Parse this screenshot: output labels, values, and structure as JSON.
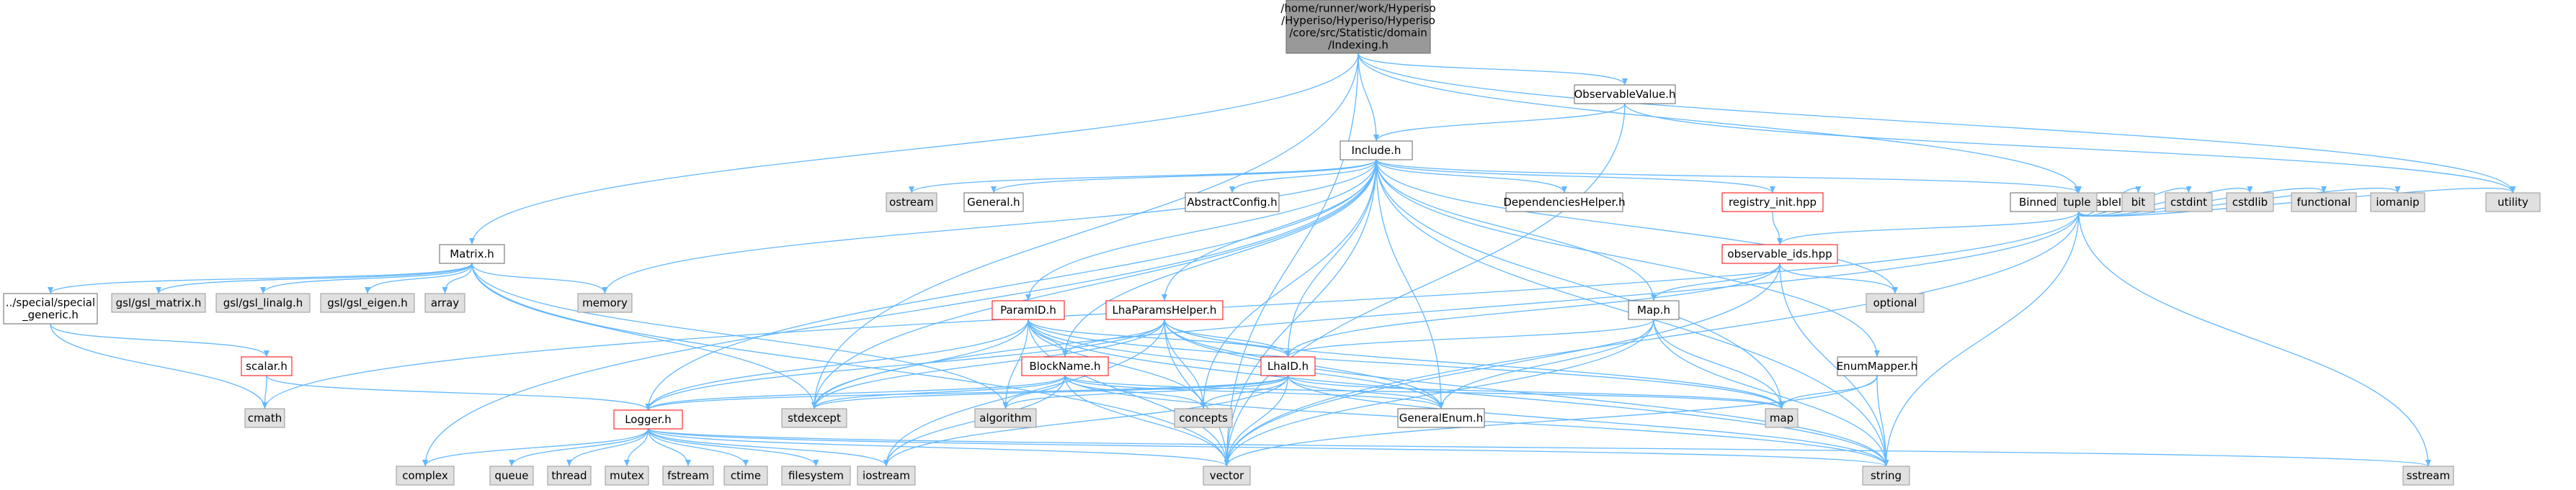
{
  "colors": {
    "edge": "#63b8ff",
    "node_border": "#666666",
    "node_border_incomplete": "#ff0000",
    "node_fill": "#ffffff",
    "external_fill": "#e0e0e0",
    "external_border": "#999999",
    "root_fill": "#999999"
  },
  "nodes": [
    {
      "id": "root",
      "kind": "root",
      "lines": [
        "/home/runner/work/Hyperiso",
        "/Hyperiso/Hyperiso/Hyperiso",
        "/core/src/Statistic/domain",
        "/Indexing.h"
      ]
    },
    {
      "id": "observablevalue",
      "kind": "normal",
      "lines": [
        "ObservableValue.h"
      ]
    },
    {
      "id": "include",
      "kind": "normal",
      "lines": [
        "Include.h"
      ]
    },
    {
      "id": "matrix",
      "kind": "normal",
      "lines": [
        "Matrix.h"
      ]
    },
    {
      "id": "binnedobs",
      "kind": "normal",
      "lines": [
        "BinnedObservableId.h"
      ]
    },
    {
      "id": "ostream",
      "kind": "ext",
      "lines": [
        "ostream"
      ]
    },
    {
      "id": "general",
      "kind": "normal",
      "lines": [
        "General.h"
      ]
    },
    {
      "id": "abstractconfig",
      "kind": "normal",
      "lines": [
        "AbstractConfig.h"
      ]
    },
    {
      "id": "dependencies",
      "kind": "normal",
      "lines": [
        "DependenciesHelper.h"
      ]
    },
    {
      "id": "registry",
      "kind": "red",
      "lines": [
        "registry_init.hpp"
      ]
    },
    {
      "id": "observableids",
      "kind": "red",
      "lines": [
        "observable_ids.hpp"
      ]
    },
    {
      "id": "specialgeneric",
      "kind": "normal",
      "lines": [
        "../special/special",
        "_generic.h"
      ]
    },
    {
      "id": "gslmatrix",
      "kind": "ext",
      "lines": [
        "gsl/gsl_matrix.h"
      ]
    },
    {
      "id": "gsllinalg",
      "kind": "ext",
      "lines": [
        "gsl/gsl_linalg.h"
      ]
    },
    {
      "id": "gsleigen",
      "kind": "ext",
      "lines": [
        "gsl/gsl_eigen.h"
      ]
    },
    {
      "id": "array",
      "kind": "ext",
      "lines": [
        "array"
      ]
    },
    {
      "id": "memory",
      "kind": "ext",
      "lines": [
        "memory"
      ]
    },
    {
      "id": "paramid",
      "kind": "red",
      "lines": [
        "ParamID.h"
      ]
    },
    {
      "id": "lhaparams",
      "kind": "red",
      "lines": [
        "LhaParamsHelper.h"
      ]
    },
    {
      "id": "maph",
      "kind": "normal",
      "lines": [
        "Map.h"
      ]
    },
    {
      "id": "optional",
      "kind": "ext",
      "lines": [
        "optional"
      ]
    },
    {
      "id": "tuple",
      "kind": "ext",
      "lines": [
        "tuple"
      ]
    },
    {
      "id": "bit",
      "kind": "ext",
      "lines": [
        "bit"
      ]
    },
    {
      "id": "cstdint",
      "kind": "ext",
      "lines": [
        "cstdint"
      ]
    },
    {
      "id": "cstdlib",
      "kind": "ext",
      "lines": [
        "cstdlib"
      ]
    },
    {
      "id": "functional",
      "kind": "ext",
      "lines": [
        "functional"
      ]
    },
    {
      "id": "iomanip",
      "kind": "ext",
      "lines": [
        "iomanip"
      ]
    },
    {
      "id": "utility",
      "kind": "ext",
      "lines": [
        "utility"
      ]
    },
    {
      "id": "scalar",
      "kind": "red",
      "lines": [
        "scalar.h"
      ]
    },
    {
      "id": "blockname",
      "kind": "red",
      "lines": [
        "BlockName.h"
      ]
    },
    {
      "id": "lhaid",
      "kind": "red",
      "lines": [
        "LhaID.h"
      ]
    },
    {
      "id": "enummapper",
      "kind": "normal",
      "lines": [
        "EnumMapper.h"
      ]
    },
    {
      "id": "cmath",
      "kind": "ext",
      "lines": [
        "cmath"
      ]
    },
    {
      "id": "stdexcept",
      "kind": "ext",
      "lines": [
        "stdexcept"
      ]
    },
    {
      "id": "algorithm",
      "kind": "ext",
      "lines": [
        "algorithm"
      ]
    },
    {
      "id": "concepts",
      "kind": "ext",
      "lines": [
        "concepts"
      ]
    },
    {
      "id": "generalenum",
      "kind": "normal",
      "lines": [
        "GeneralEnum.h"
      ]
    },
    {
      "id": "map",
      "kind": "ext",
      "lines": [
        "map"
      ]
    },
    {
      "id": "logger",
      "kind": "red",
      "lines": [
        "Logger.h"
      ]
    },
    {
      "id": "complex",
      "kind": "ext",
      "lines": [
        "complex"
      ]
    },
    {
      "id": "queue",
      "kind": "ext",
      "lines": [
        "queue"
      ]
    },
    {
      "id": "thread",
      "kind": "ext",
      "lines": [
        "thread"
      ]
    },
    {
      "id": "mutex",
      "kind": "ext",
      "lines": [
        "mutex"
      ]
    },
    {
      "id": "fstream",
      "kind": "ext",
      "lines": [
        "fstream"
      ]
    },
    {
      "id": "ctime",
      "kind": "ext",
      "lines": [
        "ctime"
      ]
    },
    {
      "id": "filesystem",
      "kind": "ext",
      "lines": [
        "filesystem"
      ]
    },
    {
      "id": "iostream",
      "kind": "ext",
      "lines": [
        "iostream"
      ]
    },
    {
      "id": "vector",
      "kind": "ext",
      "lines": [
        "vector"
      ]
    },
    {
      "id": "string",
      "kind": "ext",
      "lines": [
        "string"
      ]
    },
    {
      "id": "sstream",
      "kind": "ext",
      "lines": [
        "sstream"
      ]
    }
  ],
  "edges": [
    [
      "root",
      "observablevalue"
    ],
    [
      "root",
      "include"
    ],
    [
      "root",
      "matrix"
    ],
    [
      "root",
      "binnedobs"
    ],
    [
      "root",
      "vector"
    ],
    [
      "root",
      "stdexcept"
    ],
    [
      "root",
      "utility"
    ],
    [
      "observablevalue",
      "include"
    ],
    [
      "observablevalue",
      "vector"
    ],
    [
      "observablevalue",
      "utility"
    ],
    [
      "include",
      "ostream"
    ],
    [
      "include",
      "general"
    ],
    [
      "include",
      "abstractconfig"
    ],
    [
      "include",
      "dependencies"
    ],
    [
      "include",
      "registry"
    ],
    [
      "include",
      "binnedobs"
    ],
    [
      "include",
      "memory"
    ],
    [
      "include",
      "paramid"
    ],
    [
      "include",
      "lhaparams"
    ],
    [
      "include",
      "blockname"
    ],
    [
      "include",
      "lhaid"
    ],
    [
      "include",
      "maph"
    ],
    [
      "include",
      "enummapper"
    ],
    [
      "include",
      "concepts"
    ],
    [
      "include",
      "generalenum"
    ],
    [
      "include",
      "logger"
    ],
    [
      "include",
      "complex"
    ],
    [
      "include",
      "vector"
    ],
    [
      "include",
      "string"
    ],
    [
      "include",
      "map"
    ],
    [
      "include",
      "optional"
    ],
    [
      "include",
      "stdexcept"
    ],
    [
      "registry",
      "observableids"
    ],
    [
      "binnedobs",
      "observableids"
    ],
    [
      "binnedobs",
      "tuple"
    ],
    [
      "binnedobs",
      "bit"
    ],
    [
      "binnedobs",
      "cstdint"
    ],
    [
      "binnedobs",
      "cstdlib"
    ],
    [
      "binnedobs",
      "functional"
    ],
    [
      "binnedobs",
      "iomanip"
    ],
    [
      "binnedobs",
      "utility"
    ],
    [
      "binnedobs",
      "sstream"
    ],
    [
      "binnedobs",
      "string"
    ],
    [
      "binnedobs",
      "vector"
    ],
    [
      "binnedobs",
      "cmath"
    ],
    [
      "binnedobs",
      "stdexcept"
    ],
    [
      "observableids",
      "maph"
    ],
    [
      "observableids",
      "lhaid"
    ],
    [
      "observableids",
      "optional"
    ],
    [
      "observableids",
      "string"
    ],
    [
      "observableids",
      "vector"
    ],
    [
      "matrix",
      "specialgeneric"
    ],
    [
      "matrix",
      "gslmatrix"
    ],
    [
      "matrix",
      "gsllinalg"
    ],
    [
      "matrix",
      "gsleigen"
    ],
    [
      "matrix",
      "array"
    ],
    [
      "matrix",
      "memory"
    ],
    [
      "matrix",
      "stdexcept"
    ],
    [
      "matrix",
      "algorithm"
    ],
    [
      "matrix",
      "vector"
    ],
    [
      "specialgeneric",
      "scalar"
    ],
    [
      "specialgeneric",
      "cmath"
    ],
    [
      "scalar",
      "cmath"
    ],
    [
      "scalar",
      "logger"
    ],
    [
      "paramid",
      "blockname"
    ],
    [
      "paramid",
      "lhaid"
    ],
    [
      "paramid",
      "stdexcept"
    ],
    [
      "paramid",
      "algorithm"
    ],
    [
      "paramid",
      "concepts"
    ],
    [
      "paramid",
      "generalenum"
    ],
    [
      "paramid",
      "map"
    ],
    [
      "paramid",
      "logger"
    ],
    [
      "paramid",
      "string"
    ],
    [
      "paramid",
      "vector"
    ],
    [
      "lhaparams",
      "blockname"
    ],
    [
      "lhaparams",
      "lhaid"
    ],
    [
      "lhaparams",
      "stdexcept"
    ],
    [
      "lhaparams",
      "concepts"
    ],
    [
      "lhaparams",
      "generalenum"
    ],
    [
      "lhaparams",
      "map"
    ],
    [
      "lhaparams",
      "logger"
    ],
    [
      "lhaparams",
      "iostream"
    ],
    [
      "lhaparams",
      "vector"
    ],
    [
      "lhaparams",
      "string"
    ],
    [
      "maph",
      "lhaid"
    ],
    [
      "maph",
      "generalenum"
    ],
    [
      "maph",
      "map"
    ],
    [
      "maph",
      "string"
    ],
    [
      "maph",
      "vector"
    ],
    [
      "blockname",
      "stdexcept"
    ],
    [
      "blockname",
      "algorithm"
    ],
    [
      "blockname",
      "concepts"
    ],
    [
      "blockname",
      "generalenum"
    ],
    [
      "blockname",
      "map"
    ],
    [
      "blockname",
      "logger"
    ],
    [
      "blockname",
      "iostream"
    ],
    [
      "blockname",
      "vector"
    ],
    [
      "blockname",
      "string"
    ],
    [
      "lhaid",
      "stdexcept"
    ],
    [
      "lhaid",
      "algorithm"
    ],
    [
      "lhaid",
      "concepts"
    ],
    [
      "lhaid",
      "generalenum"
    ],
    [
      "lhaid",
      "map"
    ],
    [
      "lhaid",
      "logger"
    ],
    [
      "lhaid",
      "iostream"
    ],
    [
      "lhaid",
      "vector"
    ],
    [
      "lhaid",
      "string"
    ],
    [
      "enummapper",
      "map"
    ],
    [
      "enummapper",
      "string"
    ],
    [
      "enummapper",
      "vector"
    ],
    [
      "logger",
      "complex"
    ],
    [
      "logger",
      "queue"
    ],
    [
      "logger",
      "thread"
    ],
    [
      "logger",
      "mutex"
    ],
    [
      "logger",
      "fstream"
    ],
    [
      "logger",
      "ctime"
    ],
    [
      "logger",
      "filesystem"
    ],
    [
      "logger",
      "iostream"
    ],
    [
      "logger",
      "vector"
    ],
    [
      "logger",
      "string"
    ],
    [
      "logger",
      "sstream"
    ]
  ]
}
